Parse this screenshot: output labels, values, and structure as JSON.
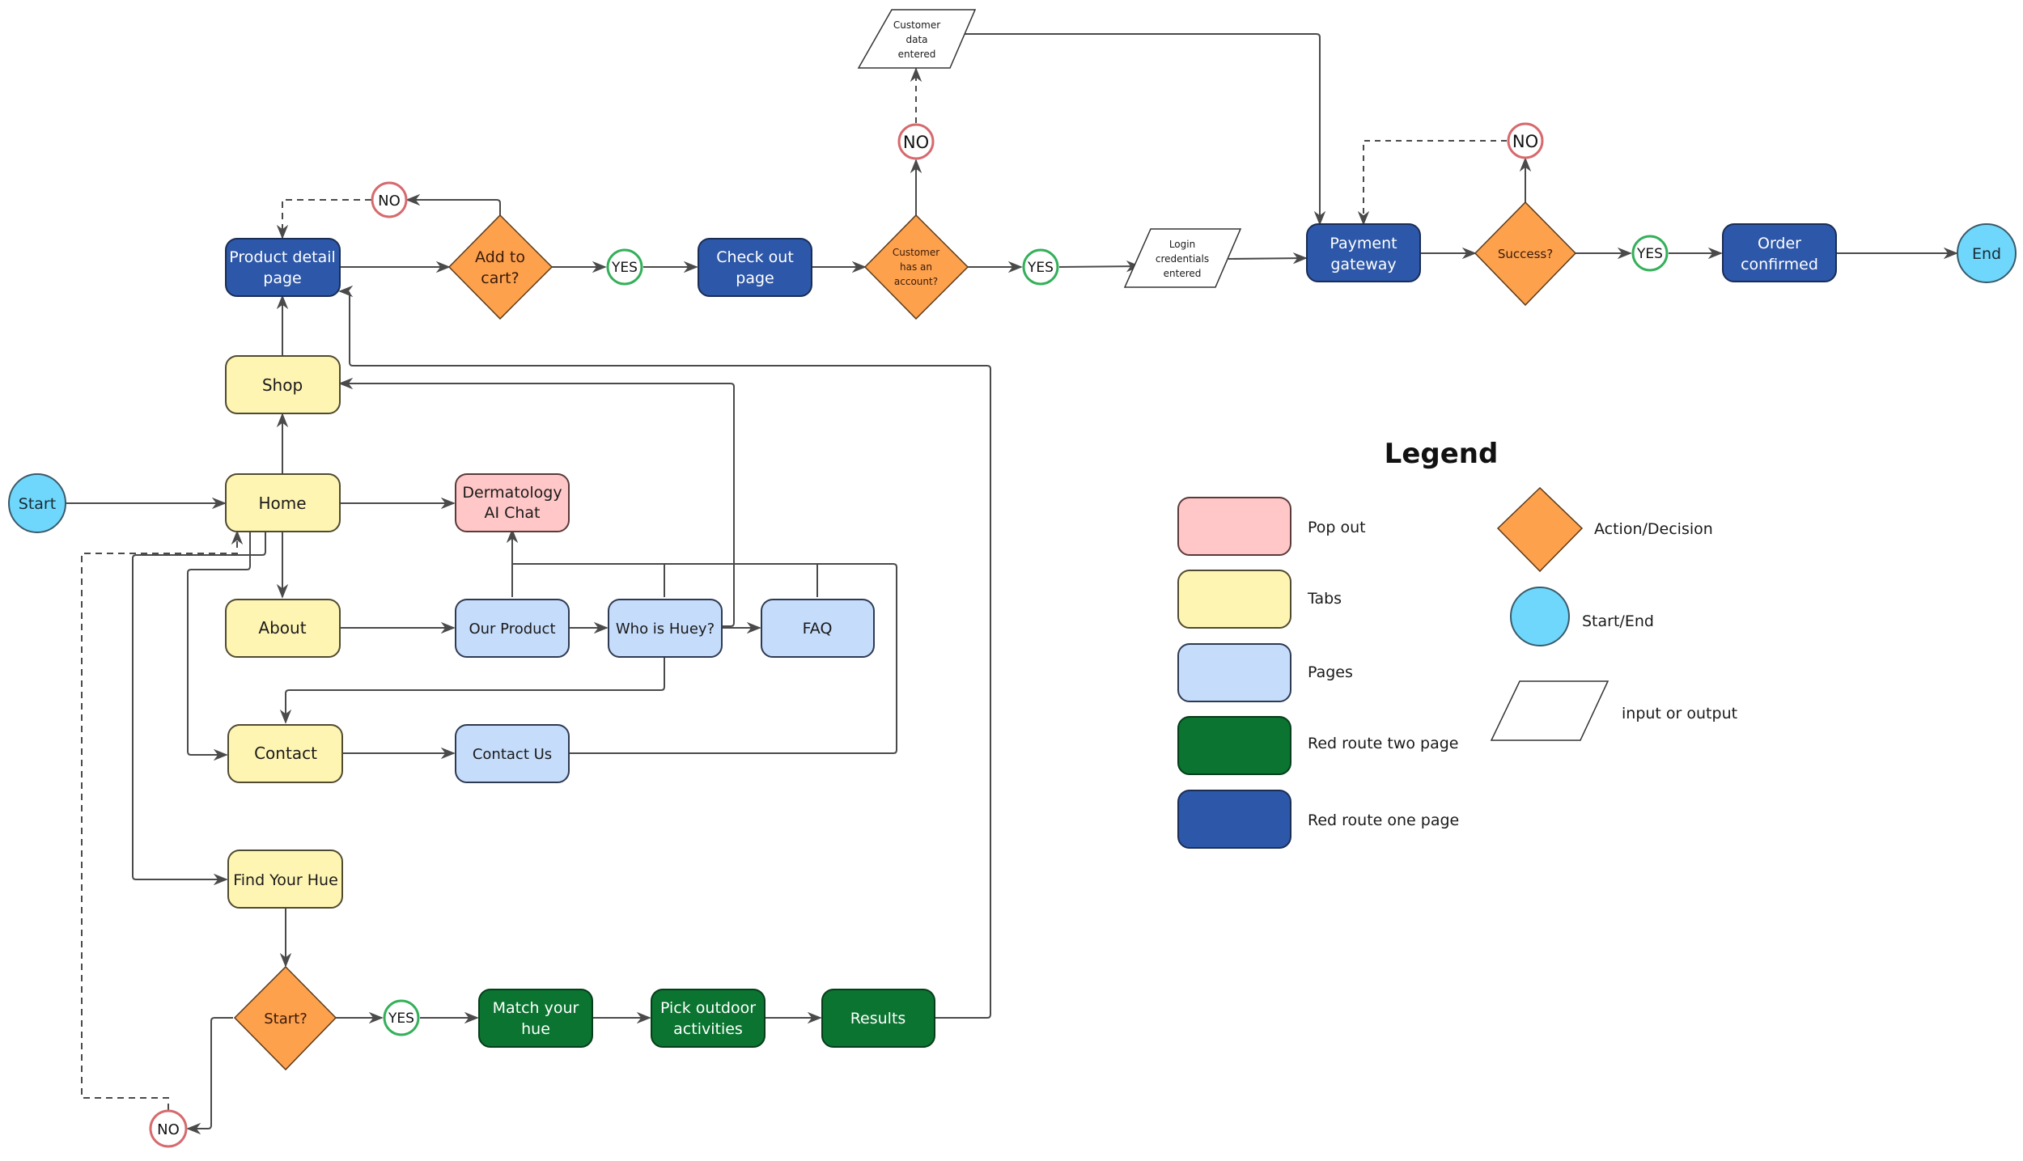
{
  "diagram": {
    "colors": {
      "popout": "#ffc7c7",
      "tab": "#fff5b3",
      "page": "#c5dcfb",
      "red_route_two": "#0a7430",
      "red_route_one": "#2d57a8",
      "decision": "#fda14d",
      "terminal": "#6fd7fb",
      "io": "#ffffff",
      "yes_ring": "#34b05a",
      "no_ring": "#d66a6e",
      "line": "#4a4a4a"
    },
    "nodes": {
      "start": "Start",
      "end": "End",
      "home": "Home",
      "shop": "Shop",
      "about": "About",
      "contact": "Contact",
      "find_your_hue": "Find Your Hue",
      "dermatology_ai_chat": "Dermatology AI Chat",
      "our_product": "Our Product",
      "who_is_huey": "Who is Huey?",
      "faq": "FAQ",
      "contact_us": "Contact Us",
      "product_detail_page": "Product detail page",
      "add_to_cart": "Add to cart?",
      "check_out_page": "Check out page",
      "customer_has_account": "Customer has an account?",
      "customer_data_entered": "Customer data entered",
      "login_credentials_entered": "Login credentials entered",
      "payment_gateway": "Payment gateway",
      "success": "Success?",
      "order_confirmed": "Order confirmed",
      "start_question": "Start?",
      "match_your_hue": "Match your hue",
      "pick_outdoor_activities": "Pick outdoor activities",
      "results": "Results"
    },
    "branch_labels": {
      "yes": "YES",
      "no": "NO"
    },
    "edges": [
      {
        "from": "start",
        "to": "home"
      },
      {
        "from": "home",
        "to": "shop"
      },
      {
        "from": "home",
        "to": "dermatology_ai_chat"
      },
      {
        "from": "home",
        "to": "about"
      },
      {
        "from": "home",
        "to": "contact"
      },
      {
        "from": "home",
        "to": "find_your_hue"
      },
      {
        "from": "shop",
        "to": "product_detail_page"
      },
      {
        "from": "about",
        "to": "our_product"
      },
      {
        "from": "our_product",
        "to": "who_is_huey"
      },
      {
        "from": "who_is_huey",
        "to": "faq"
      },
      {
        "from": "who_is_huey",
        "to": "shop"
      },
      {
        "from": "who_is_huey",
        "to": "contact"
      },
      {
        "from": "our_product",
        "to": "dermatology_ai_chat"
      },
      {
        "from": "faq",
        "to": "dermatology_ai_chat"
      },
      {
        "from": "contact_us",
        "to": "dermatology_ai_chat"
      },
      {
        "from": "contact",
        "to": "contact_us"
      },
      {
        "from": "product_detail_page",
        "to": "add_to_cart"
      },
      {
        "from": "add_to_cart",
        "to": "check_out_page",
        "label": "YES"
      },
      {
        "from": "add_to_cart",
        "to": "product_detail_page",
        "label": "NO",
        "dashed": true
      },
      {
        "from": "check_out_page",
        "to": "customer_has_account"
      },
      {
        "from": "customer_has_account",
        "to": "login_credentials_entered",
        "label": "YES"
      },
      {
        "from": "customer_has_account",
        "to": "customer_data_entered",
        "label": "NO",
        "dashed": true
      },
      {
        "from": "customer_data_entered",
        "to": "payment_gateway"
      },
      {
        "from": "login_credentials_entered",
        "to": "payment_gateway"
      },
      {
        "from": "payment_gateway",
        "to": "success"
      },
      {
        "from": "success",
        "to": "order_confirmed",
        "label": "YES"
      },
      {
        "from": "success",
        "to": "payment_gateway",
        "label": "NO",
        "dashed": true
      },
      {
        "from": "order_confirmed",
        "to": "end"
      },
      {
        "from": "find_your_hue",
        "to": "start_question"
      },
      {
        "from": "start_question",
        "to": "match_your_hue",
        "label": "YES"
      },
      {
        "from": "start_question",
        "to": "home",
        "label": "NO",
        "dashed": true
      },
      {
        "from": "match_your_hue",
        "to": "pick_outdoor_activities"
      },
      {
        "from": "pick_outdoor_activities",
        "to": "results"
      },
      {
        "from": "results",
        "to": "product_detail_page"
      }
    ]
  },
  "legend": {
    "title": "Legend",
    "items": [
      {
        "shape": "rounded-rect",
        "color": "#ffc7c7",
        "label": "Pop out"
      },
      {
        "shape": "rounded-rect",
        "color": "#fff5b3",
        "label": "Tabs"
      },
      {
        "shape": "rounded-rect",
        "color": "#c5dcfb",
        "label": "Pages"
      },
      {
        "shape": "rounded-rect",
        "color": "#0a7430",
        "label": "Red route two page"
      },
      {
        "shape": "rounded-rect",
        "color": "#2d57a8",
        "label": "Red route one page"
      },
      {
        "shape": "diamond",
        "color": "#fda14d",
        "label": "Action/Decision"
      },
      {
        "shape": "circle",
        "color": "#6fd7fb",
        "label": "Start/End"
      },
      {
        "shape": "parallelogram",
        "color": "#ffffff",
        "label": "input or output"
      }
    ]
  }
}
